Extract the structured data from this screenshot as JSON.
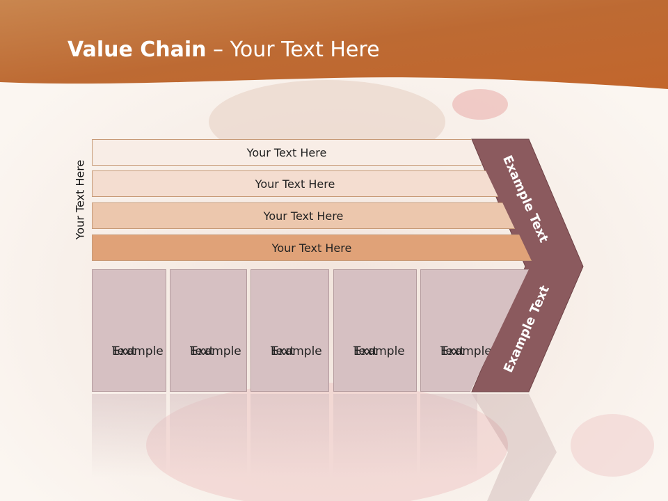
{
  "title": {
    "bold": "Value Chain",
    "rest": " – Your Text Here"
  },
  "side_label": "Your Text Here",
  "rows": [
    "Your Text Here",
    "Your Text Here",
    "Your Text Here",
    "Your Text Here"
  ],
  "boxes": [
    {
      "line1": "Example",
      "line2": "Text"
    },
    {
      "line1": "Example",
      "line2": "Text"
    },
    {
      "line1": "Example",
      "line2": "Text"
    },
    {
      "line1": "Example",
      "line2": "Text"
    },
    {
      "line1": "Example",
      "line2": "Text"
    }
  ],
  "arrow_labels": {
    "upper": "Example Text",
    "lower": "Example Text"
  },
  "colors": {
    "header": "#c8713a",
    "row1": "#f8ede6",
    "row2": "#f4ddd0",
    "row3": "#ecc7ad",
    "row4": "#e0a278",
    "box": "#d6c0c2",
    "chevron": "#8b5a5e"
  }
}
